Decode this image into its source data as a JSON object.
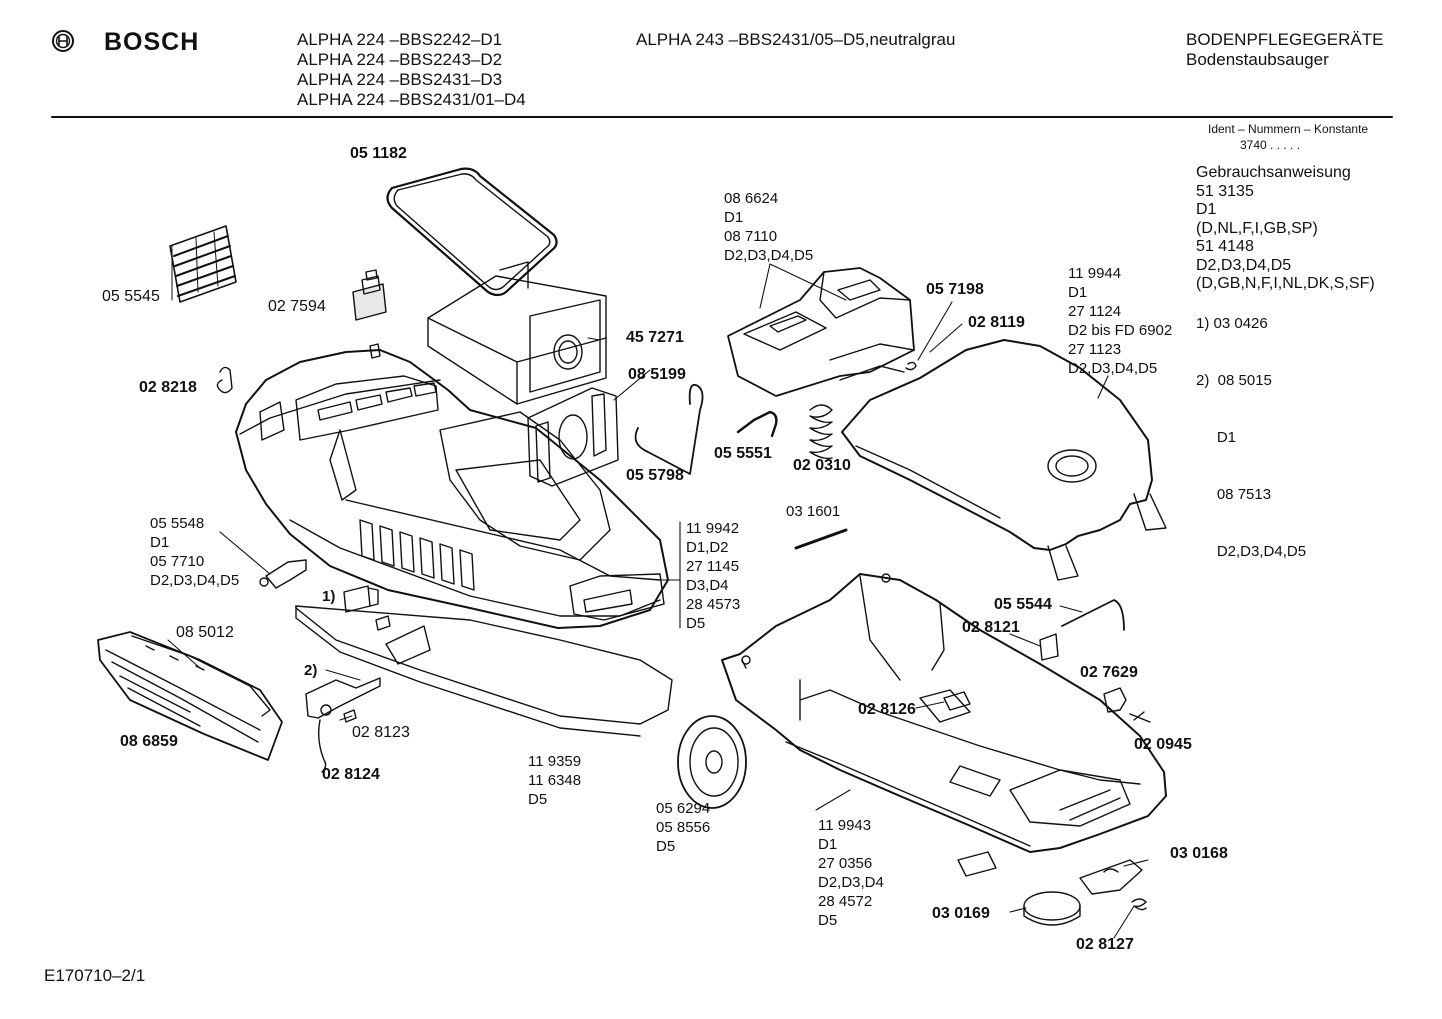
{
  "header": {
    "brand": "BOSCH",
    "models_left": [
      "ALPHA 224 –BBS2242–D1",
      "ALPHA 224 –BBS2243–D2",
      "ALPHA 224 –BBS2431–D3",
      "ALPHA 224 –BBS2431/01–D4"
    ],
    "model_center": "ALPHA 243 –BBS2431/05–D5,neutralgrau",
    "category": "BODENPFLEGEGERÄTE",
    "subcategory": "Bodenstaubsauger"
  },
  "ident": {
    "title": "Ident – Nummern – Konstante",
    "value": "3740  .  .  .  .  ."
  },
  "info": {
    "lines": [
      "Gebrauchsanweisung",
      "51 3135",
      "D1",
      "(D,NL,F,I,GB,SP)",
      "51 4148",
      "D2,D3,D4,D5",
      "(D,GB,N,F,I,NL,DK,S,SF)"
    ],
    "footnote1": "1)  03 0426",
    "footnote2": [
      "2)  08 5015",
      "     D1",
      "     08 7513",
      "     D2,D3,D4,D5"
    ]
  },
  "parts": {
    "p051182": "05 1182",
    "p055545": "05 5545",
    "p027594": "02 7594",
    "p457271": "45 7271",
    "p028218": "02 8218",
    "p085199": "08 5199",
    "p055798": "05 5798",
    "p055551": "05 5551",
    "p020310": "02 0310",
    "p057198": "05 7198",
    "p028119": "02 8119",
    "g_hood": [
      "08 6624",
      "D1",
      "08 7110",
      "D2,D3,D4,D5"
    ],
    "g_cover": [
      "11 9944",
      "D1",
      "27 1124",
      "D2 bis FD 6902",
      "27 1123",
      "D2,D3,D4,D5"
    ],
    "g_hinge": [
      "05 5548",
      "D1",
      "05 7710",
      "D2,D3,D4,D5"
    ],
    "g_body": [
      "11 9942",
      "D1,D2",
      "27 1145",
      "D3,D4",
      "28 4573",
      "D5"
    ],
    "p031601": "03 1601",
    "n1": "1)",
    "n2": "2)",
    "p085012": "08 5012",
    "p086859": "08 6859",
    "p028123": "02 8123",
    "p028124": "02 8124",
    "g_bumper": [
      "11 9359",
      "11 6348",
      "D5"
    ],
    "g_wheel": [
      "05 6294",
      "05 8556",
      "D5"
    ],
    "g_base": [
      "11 9943",
      "D1",
      "27 0356",
      "D2,D3,D4",
      "28 4572",
      "D5"
    ],
    "p055544": "05 5544",
    "p028121": "02 8121",
    "p027629": "02 7629",
    "p028126": "02 8126",
    "p020945": "02 0945",
    "p030168": "03 0168",
    "p030169": "03 0169",
    "p028127": "02 8127"
  },
  "footer": {
    "code": "E170710–2/1"
  }
}
